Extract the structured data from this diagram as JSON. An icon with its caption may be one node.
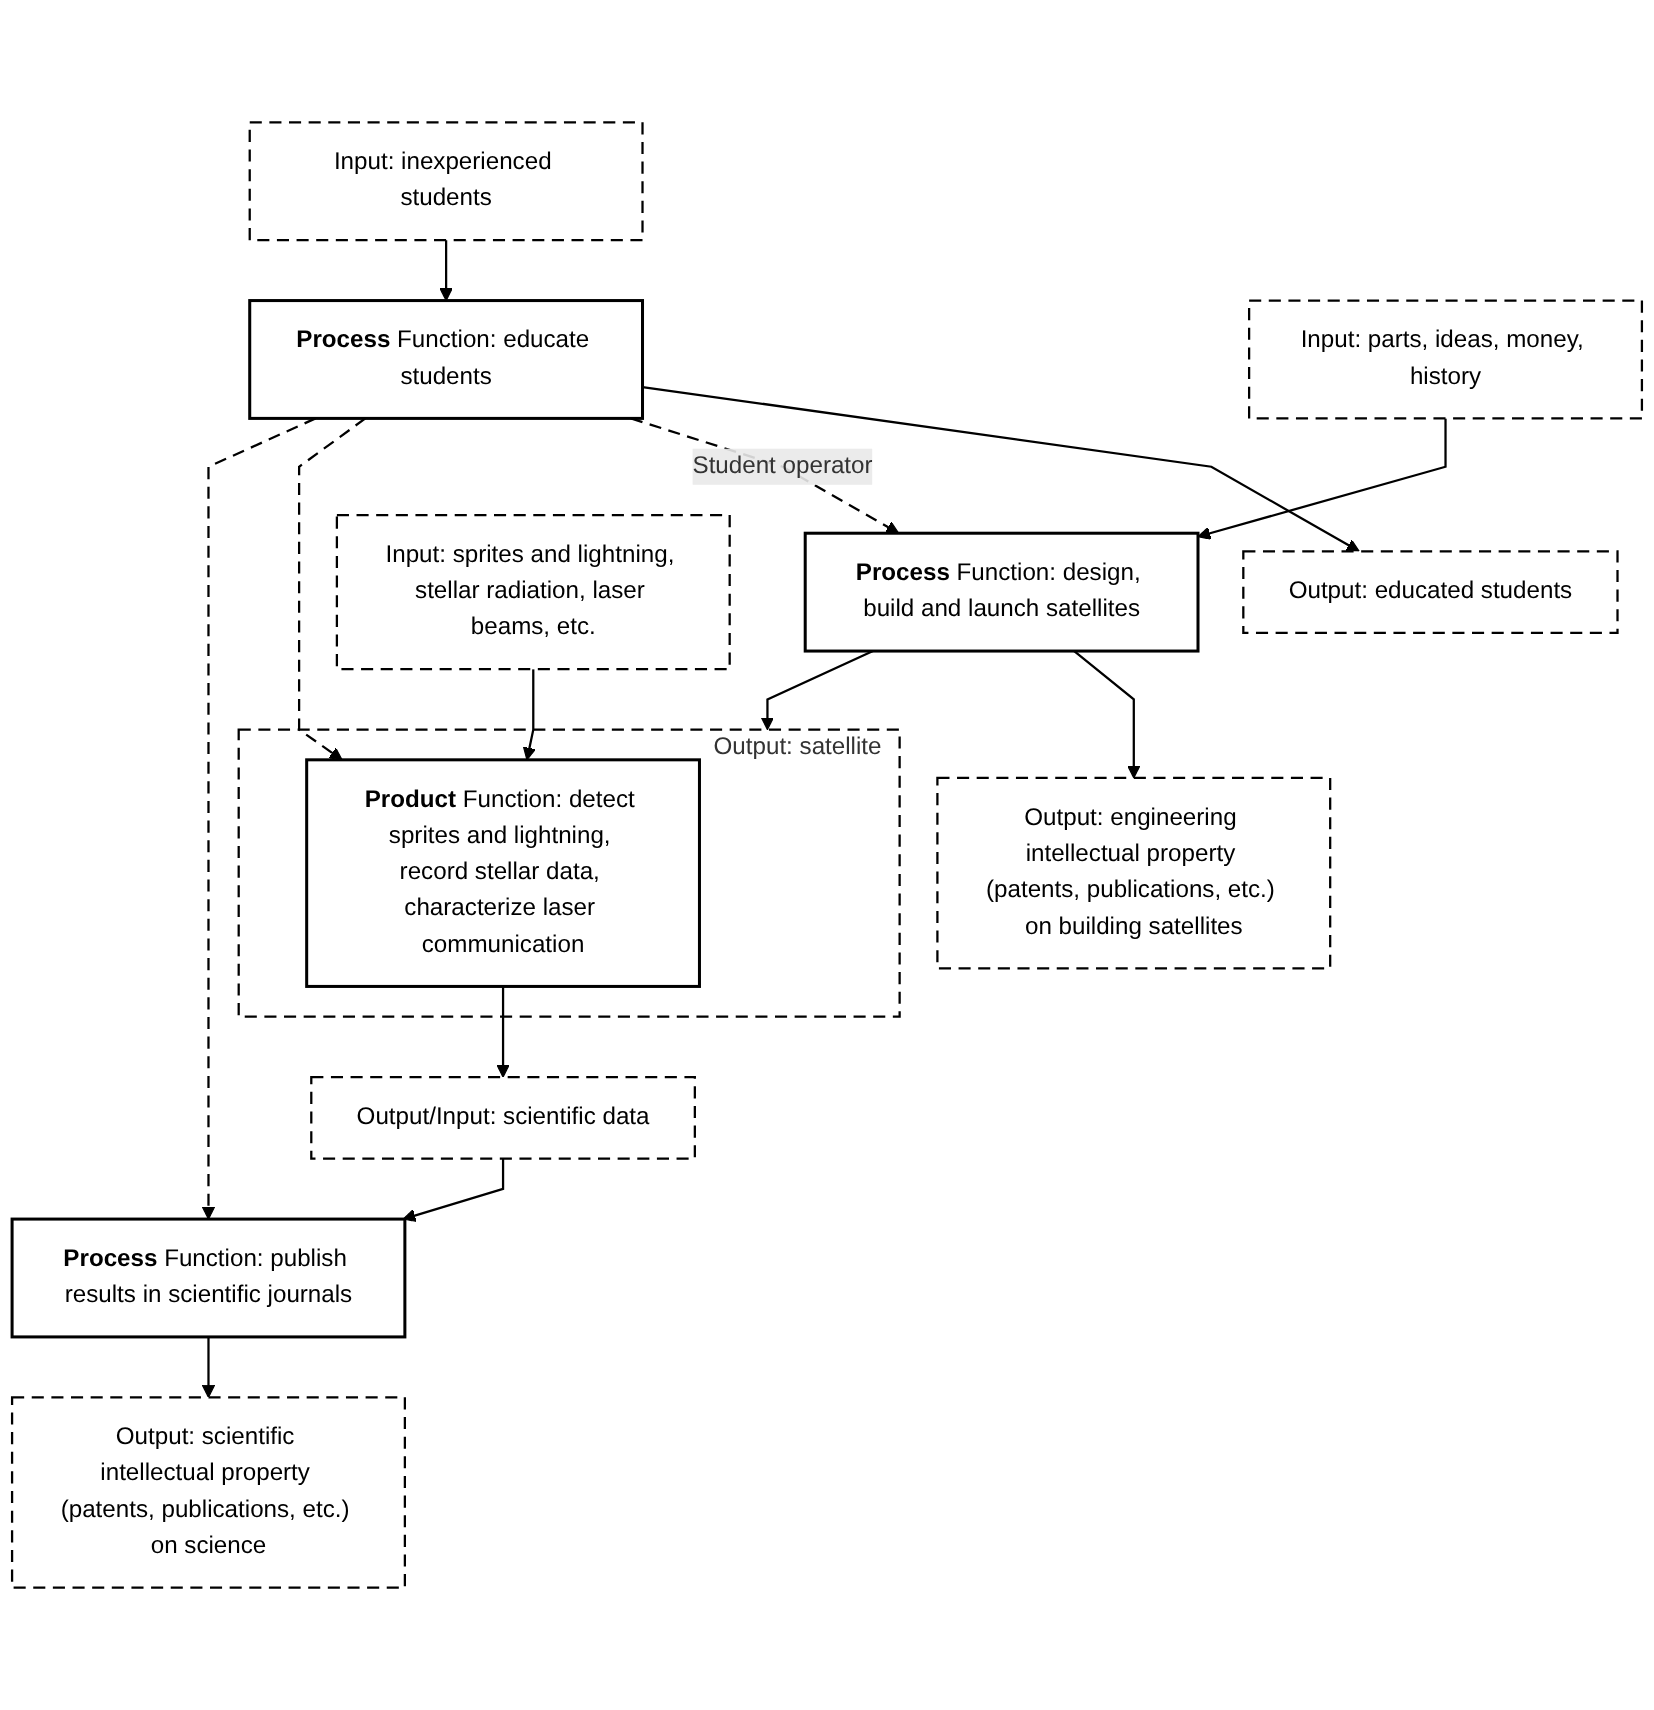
{
  "diagram": {
    "nodes": [
      {
        "text": [
          "Input: inexperienced students"
        ]
      },
      {
        "text": [
          "**Process** Function: educate students"
        ]
      },
      {
        "text": [
          "Output: educated students"
        ]
      },
      {
        "text": [
          "Input: parts, ideas, money, history"
        ]
      },
      {
        "text": [
          "**Process** Function: design, build and launch satellites"
        ]
      },
      {
        "text": [
          "Output: engineering intellectual property (patents, publications, etc.) on building satellites"
        ]
      },
      {
        "text": [
          "Input: sprites and lightning, stellar radiation, laser beams, etc."
        ]
      },
      {
        "text": [
          "Output: satellite"
        ]
      },
      {
        "text": [
          "**Product** Function: detect sprites and lightning, record stellar data, characterize laser communication"
        ],
        "in": 7
      },
      {
        "text": [
          "Output/Input: scientific data"
        ]
      },
      {
        "text": [
          "**Process** Function: publish results in scientific journals"
        ]
      },
      {
        "text": [
          "Output: scientific intellectual property (patents, publications, etc.) on science"
        ]
      }
    ],
    "edges": [
      {
        "from": 0,
        "to": 1,
        "arrow": "to"
      },
      {
        "from": 1,
        "to": 2,
        "arrow": "to"
      },
      {
        "from": 1,
        "to": 4,
        "arrow": "to",
        "style": "dashed",
        "label": "Student operator"
      },
      {
        "from": 1,
        "to": 8,
        "arrow": "to",
        "style": "dashed"
      },
      {
        "from": 1,
        "to": 10,
        "arrow": "to",
        "style": "dashed"
      },
      {
        "from": 3,
        "to": 4,
        "arrow": "to"
      },
      {
        "from": 4,
        "to": 5,
        "arrow": "to"
      },
      {
        "from": 4,
        "to": 7,
        "arrow": "to"
      },
      {
        "from": 6,
        "to": 8,
        "arrow": "to"
      },
      {
        "from": 8,
        "to": 9,
        "arrow": "to"
      },
      {
        "from": 9,
        "to": 10,
        "arrow": "to"
      },
      {
        "from": 10,
        "to": 11,
        "arrow": "to"
      }
    ]
  }
}
